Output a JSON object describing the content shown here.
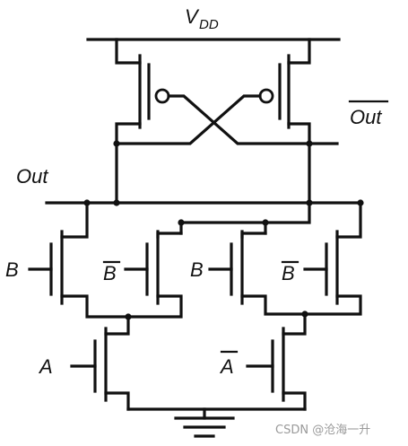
{
  "diagram": {
    "supply_label_main": "V",
    "supply_label_sub": "DD",
    "output_label": "Out",
    "output_bar_label": "Out",
    "left_branch_inputs": [
      "B",
      "B"
    ],
    "right_branch_inputs": [
      "B",
      "B"
    ],
    "bottom_inputs": [
      "A",
      "A"
    ],
    "inverted_inputs": [
      "B",
      "B",
      "A"
    ]
  },
  "watermark": "CSDN @沧海一升"
}
